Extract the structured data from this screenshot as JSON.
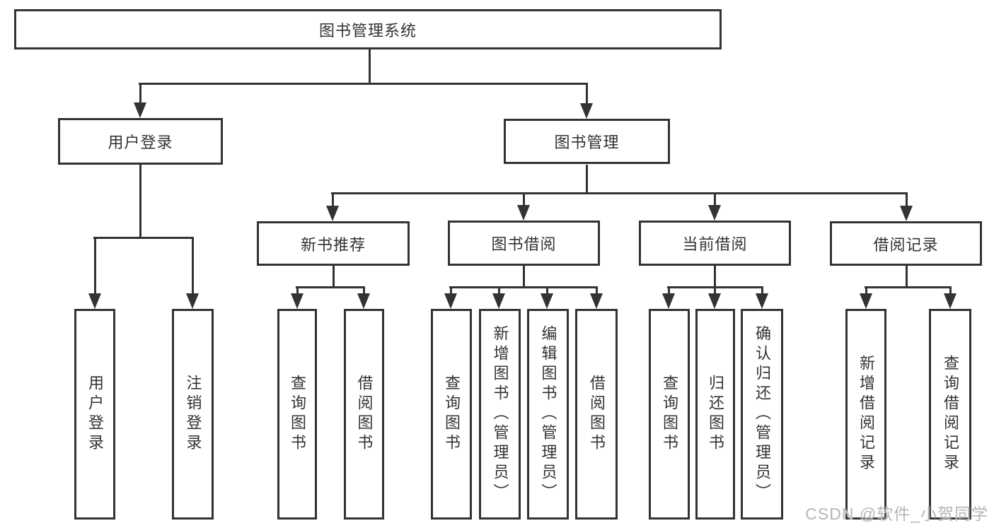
{
  "diagram": {
    "title": "图书管理系统",
    "watermark": "CSDN @软件_小贺同学",
    "colors": {
      "line": "#333333",
      "text": "#333333",
      "box_fill": "#ffffff",
      "background": "#ffffff",
      "watermark": "#b5b5b5"
    },
    "nodes": {
      "root": {
        "label": "图书管理系统",
        "level": 1,
        "parent": null
      },
      "user-login": {
        "label": "用户登录",
        "level": 2,
        "parent": "root"
      },
      "book-management": {
        "label": "图书管理",
        "level": 2,
        "parent": "root"
      },
      "new-book-recommend": {
        "label": "新书推荐",
        "level": 3,
        "parent": "book-management"
      },
      "book-borrowing": {
        "label": "图书借阅",
        "level": 3,
        "parent": "book-management"
      },
      "current-borrowing": {
        "label": "当前借阅",
        "level": 3,
        "parent": "book-management"
      },
      "borrowing-records": {
        "label": "借阅记录",
        "level": 3,
        "parent": "book-management"
      },
      "leaf-user-login": {
        "label": "用户登录",
        "level": 4,
        "parent": "user-login"
      },
      "leaf-logout-login": {
        "label": "注销登录",
        "level": 4,
        "parent": "user-login"
      },
      "leaf-query-books-recommend": {
        "label": "查询图书",
        "level": 4,
        "parent": "new-book-recommend"
      },
      "leaf-borrow-books-recommend": {
        "label": "借阅图书",
        "level": 4,
        "parent": "new-book-recommend"
      },
      "leaf-query-books-borrowing": {
        "label": "查询图书",
        "level": 4,
        "parent": "book-borrowing"
      },
      "leaf-add-books-admin": {
        "label": "新增图书（管理员）",
        "level": 4,
        "parent": "book-borrowing"
      },
      "leaf-edit-books-admin": {
        "label": "编辑图书（管理员）",
        "level": 4,
        "parent": "book-borrowing"
      },
      "leaf-borrow-books-borrowing": {
        "label": "借阅图书",
        "level": 4,
        "parent": "book-borrowing"
      },
      "leaf-query-books-current": {
        "label": "查询图书",
        "level": 4,
        "parent": "current-borrowing"
      },
      "leaf-return-books": {
        "label": "归还图书",
        "level": 4,
        "parent": "current-borrowing"
      },
      "leaf-confirm-return-admin": {
        "label": "确认归还（管理员）",
        "level": 4,
        "parent": "current-borrowing"
      },
      "leaf-add-borrow-record": {
        "label": "新增借阅记录",
        "level": 4,
        "parent": "borrowing-records"
      },
      "leaf-query-borrow-record": {
        "label": "查询借阅记录",
        "level": 4,
        "parent": "borrowing-records"
      }
    }
  }
}
